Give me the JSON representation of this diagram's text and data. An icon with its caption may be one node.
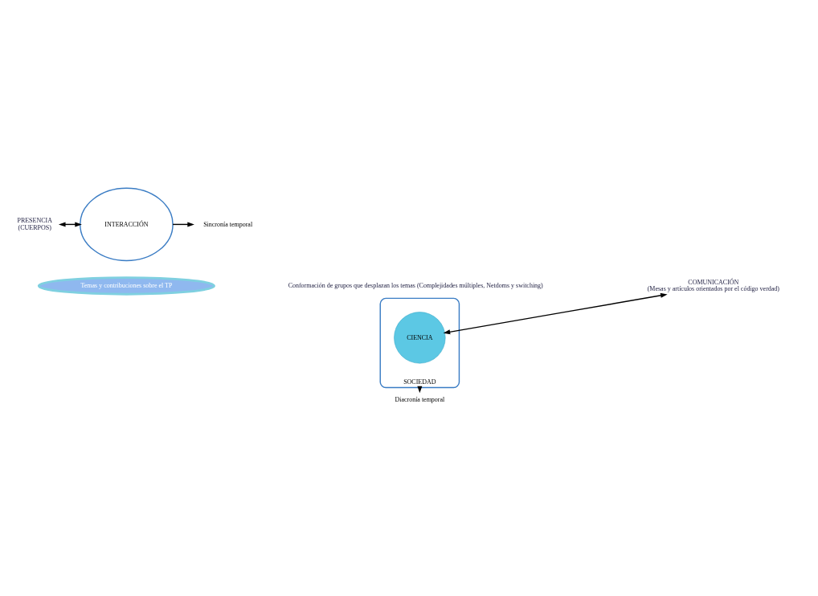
{
  "diagram": {
    "nodes": [
      {
        "text": [
          "INTERACCIÓN"
        ]
      },
      {
        "text": [
          "SOCIEDAD"
        ]
      },
      {
        "text": [
          "Temas y contribuciones sobre el TP"
        ]
      },
      {
        "text": [
          "CIENCIA"
        ],
        "in": 1
      },
      {
        "text": [
          "PRESENCIA",
          "(CUERPOS)"
        ]
      },
      {
        "text": [
          "COMUNICACIÓN",
          "(Mesas y artículos orientados por el código verdad)"
        ]
      },
      {
        "text": [
          "Sincronía temporal"
        ]
      },
      {
        "text": [
          "Diacronía temporal"
        ]
      }
    ],
    "edges": [
      {
        "from": 4,
        "to": 0,
        "arrow": "both"
      },
      {
        "from": 0,
        "to": 6,
        "arrow": "to"
      },
      {
        "from": 5,
        "to": 3,
        "arrow": "both"
      },
      {
        "from": 1,
        "to": 7,
        "arrow": "to"
      }
    ],
    "labels": [
      "Conformación de grupos que desplazan los temas (Complejidades múltiples, Netdoms y switching)"
    ]
  }
}
